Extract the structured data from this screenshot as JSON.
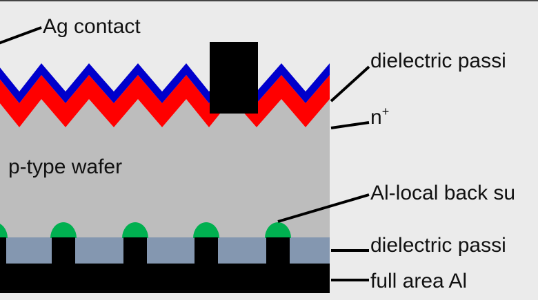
{
  "labels": {
    "ag_contact": "Ag contact",
    "front_dielectric": "dielectric passi",
    "n_plus_base": "n",
    "n_plus_sup": "+",
    "wafer": "p-type wafer",
    "local_bsf": "Al-local back su",
    "rear_dielectric": "dielectric passi",
    "full_area_al": "full area Al"
  },
  "colors": {
    "background": "#ebebeb",
    "wafer": "#bdbdbd",
    "n_plus_layer": "#ff0000",
    "front_dielectric": "#0000cc",
    "ag_contact": "#000000",
    "local_bsf": "#00b050",
    "rear_dielectric": "#8497b0",
    "full_area_al": "#000000",
    "text": "#111111"
  }
}
